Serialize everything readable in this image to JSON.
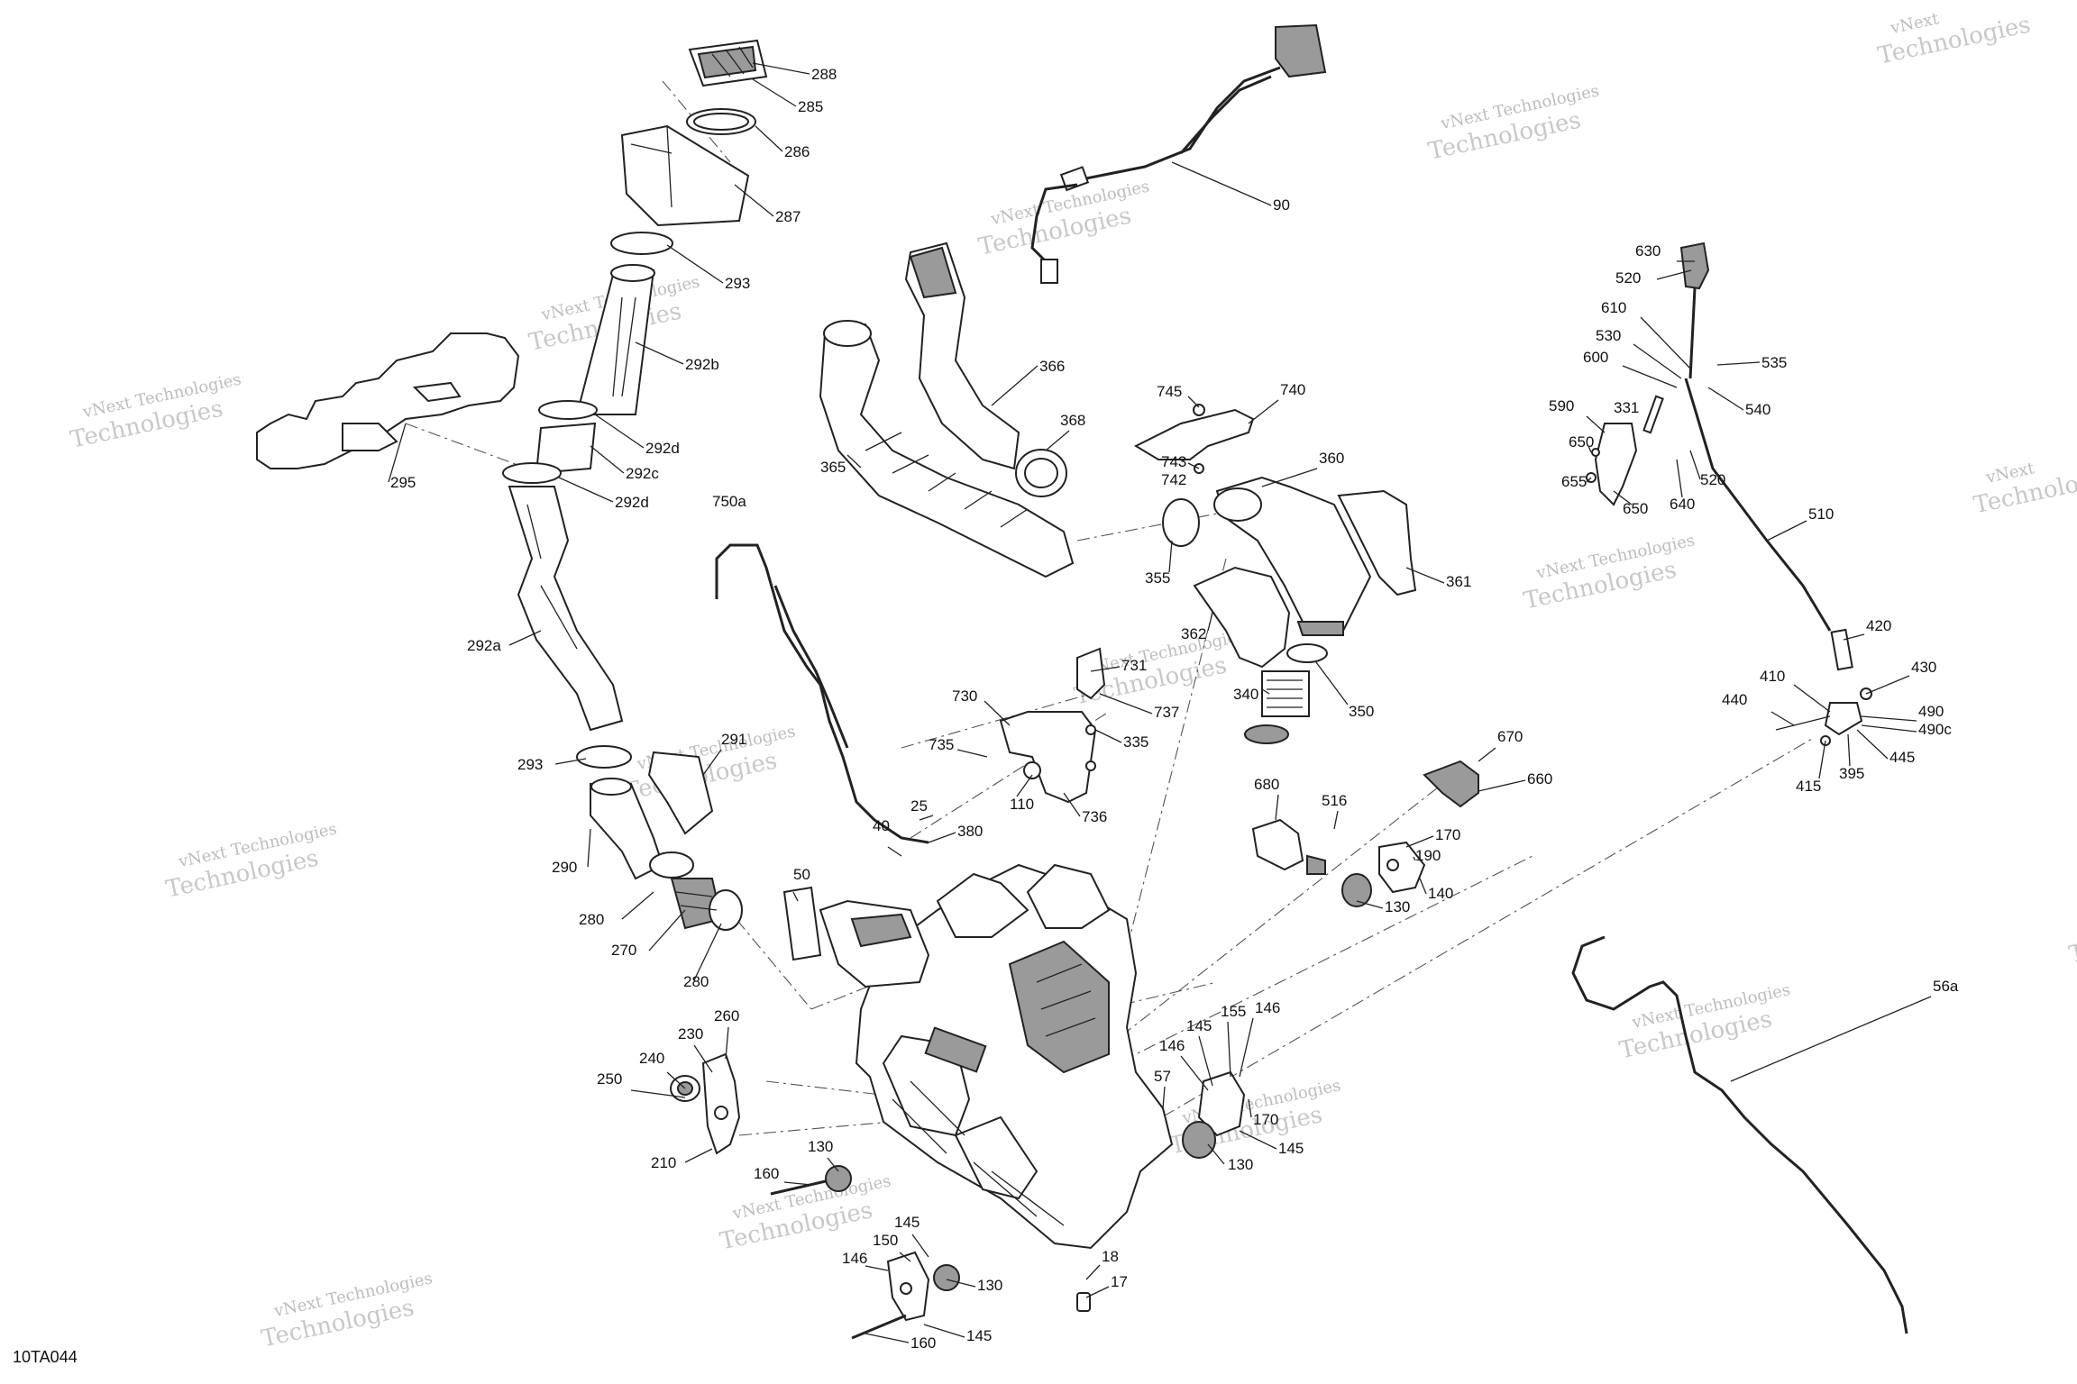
{
  "figure_id": "10TA044",
  "watermark": {
    "line1": "vNext Technologies",
    "line2": "Technologies",
    "prefix": "vNext"
  },
  "callouts": [
    {
      "label": "288"
    },
    {
      "label": "285"
    },
    {
      "label": "286"
    },
    {
      "label": "287"
    },
    {
      "label": "293"
    },
    {
      "label": "292b"
    },
    {
      "label": "292d"
    },
    {
      "label": "292c"
    },
    {
      "label": "292d"
    },
    {
      "label": "295"
    },
    {
      "label": "292a"
    },
    {
      "label": "293"
    },
    {
      "label": "291"
    },
    {
      "label": "290"
    },
    {
      "label": "280"
    },
    {
      "label": "270"
    },
    {
      "label": "280"
    },
    {
      "label": "90"
    },
    {
      "label": "366"
    },
    {
      "label": "368"
    },
    {
      "label": "365"
    },
    {
      "label": "745"
    },
    {
      "label": "740"
    },
    {
      "label": "743"
    },
    {
      "label": "742"
    },
    {
      "label": "360"
    },
    {
      "label": "355"
    },
    {
      "label": "361"
    },
    {
      "label": "362"
    },
    {
      "label": "350"
    },
    {
      "label": "340"
    },
    {
      "label": "750a"
    },
    {
      "label": "731"
    },
    {
      "label": "737"
    },
    {
      "label": "730"
    },
    {
      "label": "335"
    },
    {
      "label": "735"
    },
    {
      "label": "110"
    },
    {
      "label": "736"
    },
    {
      "label": "25"
    },
    {
      "label": "380"
    },
    {
      "label": "40"
    },
    {
      "label": "50"
    },
    {
      "label": "670"
    },
    {
      "label": "660"
    },
    {
      "label": "680"
    },
    {
      "label": "516"
    },
    {
      "label": "170"
    },
    {
      "label": "190"
    },
    {
      "label": "130"
    },
    {
      "label": "140"
    },
    {
      "label": "630"
    },
    {
      "label": "520"
    },
    {
      "label": "610"
    },
    {
      "label": "535"
    },
    {
      "label": "530"
    },
    {
      "label": "600"
    },
    {
      "label": "540"
    },
    {
      "label": "331"
    },
    {
      "label": "590"
    },
    {
      "label": "650"
    },
    {
      "label": "655"
    },
    {
      "label": "650"
    },
    {
      "label": "640"
    },
    {
      "label": "520"
    },
    {
      "label": "510"
    },
    {
      "label": "420"
    },
    {
      "label": "410"
    },
    {
      "label": "430"
    },
    {
      "label": "440"
    },
    {
      "label": "490"
    },
    {
      "label": "490c"
    },
    {
      "label": "445"
    },
    {
      "label": "395"
    },
    {
      "label": "415"
    },
    {
      "label": "56a"
    },
    {
      "label": "260"
    },
    {
      "label": "230"
    },
    {
      "label": "240"
    },
    {
      "label": "250"
    },
    {
      "label": "210"
    },
    {
      "label": "130"
    },
    {
      "label": "160"
    },
    {
      "label": "145"
    },
    {
      "label": "150"
    },
    {
      "label": "146"
    },
    {
      "label": "130"
    },
    {
      "label": "160"
    },
    {
      "label": "145"
    },
    {
      "label": "18"
    },
    {
      "label": "17"
    },
    {
      "label": "57"
    },
    {
      "label": "145"
    },
    {
      "label": "155"
    },
    {
      "label": "146"
    },
    {
      "label": "146"
    },
    {
      "label": "170"
    },
    {
      "label": "145"
    },
    {
      "label": "130"
    }
  ]
}
